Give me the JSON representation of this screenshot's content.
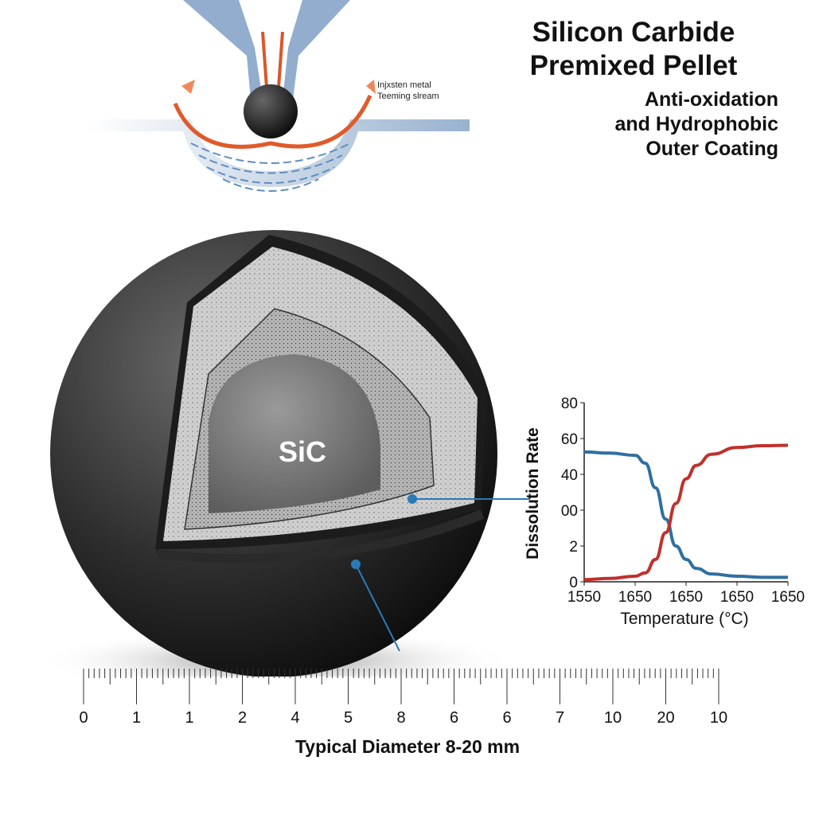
{
  "title": {
    "line1": "Silicon Carbide",
    "line2": "Premixed Pellet"
  },
  "subtitle": {
    "line1": "Anti-oxidation",
    "line2": "and Hydrophobic",
    "line3": "Outer Coating"
  },
  "stream_label": {
    "line1": "Injxsten metal",
    "line2": "Teeming slream"
  },
  "core_label": "SiC",
  "ruler": {
    "labels": [
      "0",
      "1",
      "1",
      "2",
      "4",
      "5",
      "8",
      "6",
      "6",
      "7",
      "10",
      "20",
      "10"
    ],
    "caption": "Typical Diameter 8-20 mm"
  },
  "colors": {
    "accent_blue": "#2f6f9f",
    "accent_red": "#c0302c",
    "pellet": "#2a2a2a",
    "leader": "#2a7ab8"
  },
  "chart_data": {
    "type": "line",
    "xlabel": "Temperature (°C)",
    "ylabel": "Dissolution Rate",
    "x_tick_labels": [
      "1550",
      "1650",
      "1650",
      "1650",
      "1650"
    ],
    "y_tick_labels": [
      "0",
      "2",
      "00",
      "40",
      "60",
      "80"
    ],
    "ylim": [
      0,
      80
    ],
    "xlim": [
      0,
      4
    ],
    "series": [
      {
        "name": "blue",
        "color": "#2f6f9f",
        "x": [
          0,
          0.5,
          1,
          1.2,
          1.4,
          1.6,
          1.8,
          2.0,
          2.2,
          2.5,
          3,
          3.5,
          4
        ],
        "y": [
          58,
          57.5,
          56.5,
          53,
          42,
          28,
          16,
          10,
          6,
          3.5,
          2.5,
          2,
          2
        ]
      },
      {
        "name": "red",
        "color": "#c0302c",
        "x": [
          0,
          0.5,
          1,
          1.2,
          1.4,
          1.6,
          1.8,
          2.0,
          2.2,
          2.5,
          3,
          3.5,
          4
        ],
        "y": [
          1,
          1.5,
          2.5,
          4,
          10,
          22,
          35,
          46,
          52,
          57,
          60,
          60.8,
          61
        ]
      }
    ],
    "grid": false
  }
}
